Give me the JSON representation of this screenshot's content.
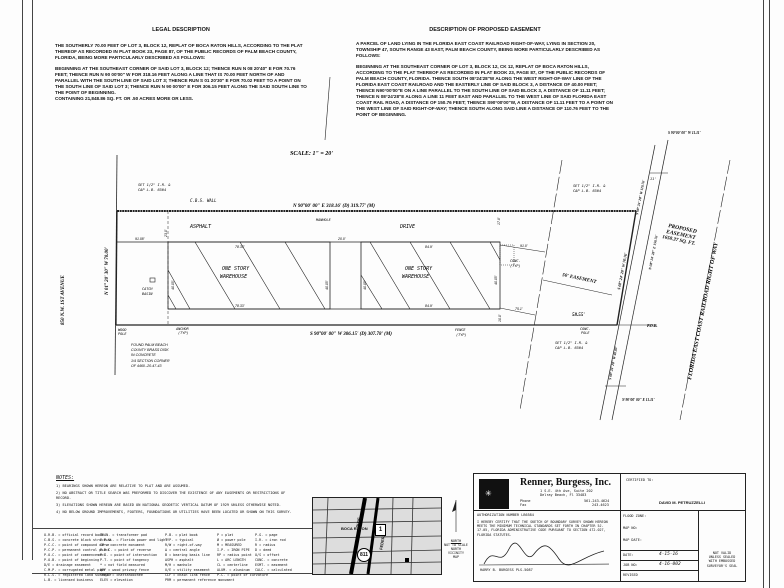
{
  "legal_description": {
    "title": "LEGAL DESCRIPTION",
    "para1": "THE SOUTHERLY 70.00 FEET OF LOT 3, BLOCK 12, REPLAT OF BOCA RATON HILLS, ACCORDING TO THE PLAT THEREOF AS RECORDED IN PLAT BOOK 23, PAGE 87, OF THE PUBLIC RECORDS OF PALM BEACH COUNTY, FLORIDA, BEING MORE PARTICULARLY DESCRIBED AS FOLLOWS:",
    "para2": "BEGINNING AT THE SOUTHEAST CORNER OF SAID LOT 3, BLOCK 12; THENCE RUN N 08 20'40\" E FOR 70.76 FEET; THENCE RUN N 90 00'00\" W FOR 318.16 FEET ALONG A LINE THAT IS 70.00 FEET NORTH OF AND PARALLEL WITH THE SOUTH LINE OF SAID LOT 3; THENCE RUN S 01 20'30\" E FOR 70.02 FEET TO A POINT ON THE SOUTH LINE OF SAID LOT 3; THENCE RUN N 90 00'00\" E FOR 306.15 FEET ALONG THE SAID SOUTH LINE TO THE POINT OF BEGINNING.",
    "para3": "CONTAINING 21,848.86 SQ. FT. OR .50 ACRES MORE OR LESS."
  },
  "easement_description": {
    "title": "DESCRIPTION OF PROPOSED EASEMENT",
    "para1": "A PARCEL OF LAND LYING IN THE FLORIDA EAST COAST RAILROAD RIGHT-OF-WAY, LYING IN SECTION 20, TOWNSHIP 47, SOUTH RANGE 43 EAST, PALM BEACH COUNTY, BEING MORE PARTICULARLY DESCRIBED AS FOLLOWS:",
    "para2": "BEGINNING AT THE SOUTHEAST CORNER OF LOT 3, BLOCK 12, CK 12, REPLAT OF BOCA RATON HILLS, ACCORDING TO THE PLAT THEREOF AS RECORDED IN PLAT BOOK 23, PAGE 87, OF THE PUBLIC RECORDS OF PALM BEACH COUNTY, FLORIDA. THENCE SOUTH 08°24'28\"W ALONG THE WEST RIGHT-OF-WAY LINE OF THE FLORIDA EAST COAST RAILROAD AND THE EASTERLY LINE OF SAID BLOCK 3, A DISTANCE OF 40.00 FEET; THENCE N90°00'00\"E ON A LINE PARALLEL TO THE SOUTH LINE OF SAID BLOCK 3, A DISTANCE OF 11.11 FEET; THENCE N 08°24'28\"E ALONG A LINE 11 FEET EAST AND PARALLEL TO THE WEST LINE OF SAID FLORIDA EAST COAST RAIL ROAD, A DISTANCE OF 150.76 FEET; THENCE S90°00'00\"W, A DISTANCE OF 11.11 FEET TO A POINT ON THE WEST LINE OF SAID RIGHT-OF-WAY; THENCE SOUTH ALONG SAID LINE A DISTANCE OF 110.76 FEET TO THE POINT OF BEGINNING."
  },
  "drawing": {
    "scale": "SCALE: 1\" = 20'",
    "north_line": "N 90°00' 00\" E 318.16' (D) 319.77' (M)",
    "south_line": "S 90°00' 00\" W 306.15' (D) 307.78' (M)",
    "west_line": "N 01° 20' 30\" W 70.00'",
    "street": "850 N.W. 1ST AVENUE",
    "railroad": "FLORIDA EAST COAST RAILROAD RIGHT OF WAY",
    "asphalt": "ASPHALT",
    "drive": "DRIVE",
    "building1": [
      "ONE STORY",
      "WAREHOUSE"
    ],
    "building2": [
      "ONE STORY",
      "WAREHOUSE"
    ],
    "cbs_wall": "C.B.S. WALL",
    "manhole": "MANHOLE",
    "catch_basin": [
      "CATCH",
      "BASIN"
    ],
    "set_ir_nw": [
      "SET 1/2\" I.R. &",
      "CAP L.B. 6504"
    ],
    "set_ir_ne": [
      "SET 1/2\" I.R. &",
      "CAP L.B. 6504"
    ],
    "set_ir_se": [
      "SET 1/2\" I.R. &",
      "CAP L.B. 6504"
    ],
    "found_disk": [
      "FOUND PALM BEACH",
      "COUNTY BRASS DISK",
      "IN CONCRETE",
      "1/4 SECTION CORNER",
      "OF 4460.-20-47-43"
    ],
    "wood_pole": [
      "WOOD",
      "POLE"
    ],
    "anchor": [
      "ANCHOR",
      "(TYP)"
    ],
    "fence": [
      "FENCE",
      "(TYP)"
    ],
    "conc_pole": [
      "CONC.",
      "POLE"
    ],
    "conc_typ": [
      "CONC.",
      "(TYP)"
    ],
    "easement_50": "50' EASEMENT",
    "proposed_easement": [
      "PROPOSED",
      "EASEMENT",
      "1658.37 SQ. FT."
    ],
    "pob": "P.O.B.",
    "east_line": "S 08° 24' 28\" W 70.76'",
    "ease_east": "N 08° 24' 28\" E 150.76'",
    "ease_west": "S 08° 24' 28\" W 110.76'",
    "ease_top": "S 90°00' 00\" W 11.11'",
    "ease_bottom": "N 90°00' 00\" E 11.11'",
    "ease_below": "S 08° 24' 28\" W 40.00'",
    "dim_11": "11'",
    "dims": {
      "d1": "91.08'",
      "d2": "78.33'",
      "d3": "78.33'",
      "d4": "20.0'",
      "d5": "84.9'",
      "d6": "84.9'",
      "d7": "91.0'",
      "d8": "58.55'",
      "d9": "75.1'",
      "d10": "40.05'",
      "d11": "40.05'",
      "d12": "40.05'",
      "d13": "40.05'",
      "d14": "23.0'",
      "d15": "17.8'",
      "d16": "10.0'"
    }
  },
  "notes": {
    "title": "NOTES:",
    "items": [
      "1) BEARINGS SHOWN HEREON ARE RELATIVE TO PLAT AND ARE ASSUMED.",
      "2) NO ABSTRACT OR TITLE SEARCH WAS PREFORMED TO DISCOVER THE EXISTENCE OF ANY EASEMENTS OR RESTRICTIONS OF RECORD.",
      "3) ELEVATIONS SHOWN HEREON ARE BASED ON NATIONAL GEODETIC VERTICAL DATUM OF 1929 UNLESS OTHERWISE NOTED.",
      "4) NO BELOW GROUND IMPROVEMENTS, FOOTERS, FOUNDATIONS OR UTILITIES HAVE BEEN LOCATED OR SHOWN ON THIS SURVEY."
    ]
  },
  "legend": [
    [
      "O.R.B. = official record book",
      "C.B.S. = concrete block structure",
      "P.C.C. = point of compound curve",
      "P.C.P. = permanent control point",
      "P.O.C. = point of commencement",
      "P.O.B. = point of beginning",
      "D/E = drainage easement",
      "C.M.P. = corrugated metal pipe",
      "R.L.S. = registered land surveyor",
      "L.B. = licensed business"
    ],
    [
      "TRAN. = transformer pad",
      "F.P.&L. = Florida power and light",
      "CM = concrete monument",
      "P.R.C. = point of reverse",
      "P.I. = point of intersection",
      "P.T. = point of tangency",
      "* = not field measured",
      "WPF = wood privacy fence",
      "CHATT = chattahoochee",
      "ELEV = elevation"
    ],
    [
      "P.B. = plat book",
      "TYP. = typical",
      "R/W = right-of-way",
      "Δ = central angle",
      "B = bearing basis line",
      "ASPH = asphalt",
      "M/H = manhole",
      "U/E = utility easement",
      "CLF = chain link fence",
      "PRM = permanent reference monument"
    ],
    [
      "P = plat",
      "Ø = power pole",
      "M = MEASURED",
      "I.P. = IRON PIPE",
      "RP = radius point",
      "L = ARC LENGTH",
      "CL = centerline",
      "ALUM. = aluminum",
      "P.C. = point of curvature"
    ],
    [
      "P.G. = page",
      "I.R. = iron rod",
      "R = radius",
      "D = deed",
      "O/S = offset",
      "CONC. = concrete",
      "ESMT. = easement",
      "CALC. = calculated"
    ]
  ],
  "vicinity_map": {
    "labels": [
      "BOCA RATON",
      "FEDERAL",
      "DIXIE",
      "811",
      "1"
    ],
    "north": "NORTH",
    "caption": [
      "NOT TO SCALE",
      "NORTH",
      "VICINITY",
      "MAP"
    ]
  },
  "title_block": {
    "company": "Renner, Burgess, Inc.",
    "address": [
      "1 S.E. 4th Ave, Suite 202",
      "Delray Beach, Fl 33483"
    ],
    "phone_label": "Phone",
    "phone": "561-243-4624",
    "fax_label": "Fax",
    "fax": "243-4623",
    "certified_to_label": "CERTIFIED TO:",
    "certified_to": "DAVID M. PETRUZZELLI",
    "authorization": "AUTHORIZATION NUMBER LB6584",
    "certification": "I HEREBY CERTIFY THAT THE SKETCH OF BOUNDARY SURVEY SHOWN HEREON MEETS THE MINIMUM TECHNICAL STANDARDS SET FORTH IN CHAPTER 5J-17.05, FLORIDA ADMINISTRATIVE CODE PURSUANT TO SECTION 472.027, FLORIDA STATUTES.",
    "surveyor": "HARRY B. BURGESS PLS-5087",
    "flood_zone_label": "FLOOD ZONE:",
    "map_no_label": "MAP NO:",
    "map_date_label": "MAP DATE:",
    "date_label": "DATE:",
    "date": "4-15-16",
    "job_no_label": "JOB NO:",
    "job_no": "4-16-002",
    "revised_label": "REVISED",
    "seal_note": [
      "NOT VALID",
      "UNLESS SEALED",
      "WITH EMBOSSED",
      "SURVEYOR'S SEAL"
    ]
  }
}
